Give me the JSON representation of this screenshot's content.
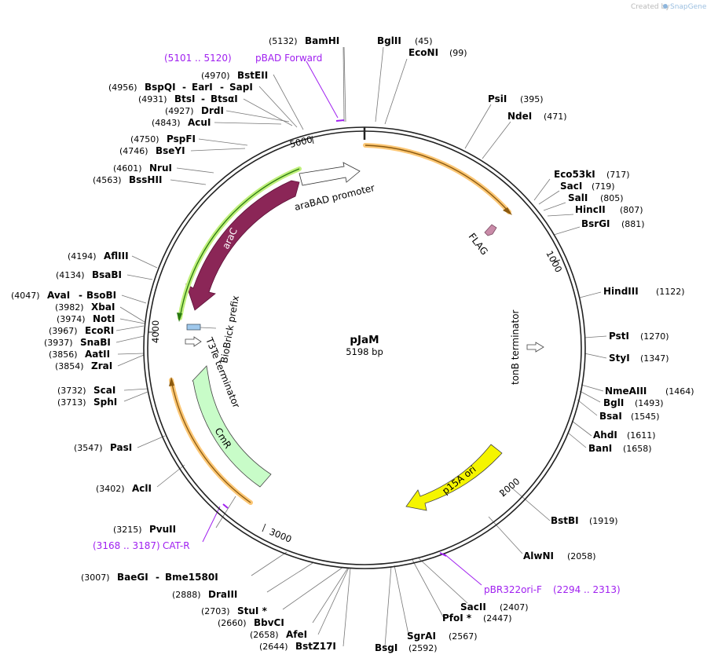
{
  "plasmid": {
    "name": "pJaM",
    "length_text": "5198 bp"
  },
  "credit": {
    "created_by": "Created by",
    "app": "SnapGene"
  },
  "ticks": [
    "1000",
    "2000",
    "3000",
    "4000",
    "5000"
  ],
  "features": {
    "araBAD": "araBAD promoter",
    "araC": "araC",
    "FLAG": "FLAG",
    "tonB": "tonB terminator",
    "p15A": "p15A ori",
    "CmR": "CmR",
    "T3Te": "T3Te terminator",
    "BioBrick": "BioBrick prefix"
  },
  "primers": [
    {
      "pos": "(5101 .. 5120)",
      "name": "pBAD Forward"
    },
    {
      "pos": "(2294 .. 2313)",
      "name": "pBR322ori-F"
    },
    {
      "pos": "(3168 .. 3187)",
      "name": "CAT-R"
    }
  ],
  "sites_right": [
    {
      "name": "BglII",
      "pos": "(45)"
    },
    {
      "name": "EcoNI",
      "pos": "(99)"
    },
    {
      "name": "PsiI",
      "pos": "(395)"
    },
    {
      "name": "NdeI",
      "pos": "(471)"
    },
    {
      "name": "Eco53kI",
      "pos": "(717)"
    },
    {
      "name": "SacI",
      "pos": "(719)"
    },
    {
      "name": "SalI",
      "pos": "(805)"
    },
    {
      "name": "HincII",
      "pos": "(807)"
    },
    {
      "name": "BsrGI",
      "pos": "(881)"
    },
    {
      "name": "HindIII",
      "pos": "(1122)"
    },
    {
      "name": "PstI",
      "pos": "(1270)"
    },
    {
      "name": "StyI",
      "pos": "(1347)"
    },
    {
      "name": "NmeAIII",
      "pos": "(1464)"
    },
    {
      "name": "BglI",
      "pos": "(1493)"
    },
    {
      "name": "BsaI",
      "pos": "(1545)"
    },
    {
      "name": "AhdI",
      "pos": "(1611)"
    },
    {
      "name": "BanI",
      "pos": "(1658)"
    },
    {
      "name": "BstBI",
      "pos": "(1919)"
    },
    {
      "name": "AlwNI",
      "pos": "(2058)"
    },
    {
      "name": "SacII",
      "pos": "(2407)"
    },
    {
      "name": "PfoI *",
      "pos": "(2447)"
    },
    {
      "name": "SgrAI",
      "pos": "(2567)"
    },
    {
      "name": "BsgI",
      "pos": "(2592)"
    }
  ],
  "sites_left": [
    {
      "pos": "(5132)",
      "name": "BamHI"
    },
    {
      "pos": "(4970)",
      "name": "BstEII"
    },
    {
      "pos": "(4956)",
      "name": "BspQI",
      "extra": "EarI",
      "extra2": "SapI"
    },
    {
      "pos": "(4931)",
      "name": "BtsI",
      "extra": "BtsαI"
    },
    {
      "pos": "(4927)",
      "name": "DrdI"
    },
    {
      "pos": "(4843)",
      "name": "AcuI"
    },
    {
      "pos": "(4750)",
      "name": "PspFI"
    },
    {
      "pos": "(4746)",
      "name": "BseYI"
    },
    {
      "pos": "(4601)",
      "name": "NruI"
    },
    {
      "pos": "(4563)",
      "name": "BssHII"
    },
    {
      "pos": "(4194)",
      "name": "AflIII"
    },
    {
      "pos": "(4134)",
      "name": "BsaBI"
    },
    {
      "pos": "(4047)",
      "name": "AvaI",
      "extra": "BsoBI"
    },
    {
      "pos": "(3982)",
      "name": "XbaI"
    },
    {
      "pos": "(3974)",
      "name": "NotI"
    },
    {
      "pos": "(3967)",
      "name": "EcoRI"
    },
    {
      "pos": "(3937)",
      "name": "SnaBI"
    },
    {
      "pos": "(3856)",
      "name": "AatII"
    },
    {
      "pos": "(3854)",
      "name": "ZraI"
    },
    {
      "pos": "(3732)",
      "name": "ScaI"
    },
    {
      "pos": "(3713)",
      "name": "SphI"
    },
    {
      "pos": "(3547)",
      "name": "PasI"
    },
    {
      "pos": "(3402)",
      "name": "AclI"
    },
    {
      "pos": "(3215)",
      "name": "PvuII"
    },
    {
      "pos": "(3007)",
      "name": "BaeGI",
      "extra": "Bme1580I"
    },
    {
      "pos": "(2888)",
      "name": "DraIII"
    },
    {
      "pos": "(2703)",
      "name": "StuI *"
    },
    {
      "pos": "(2660)",
      "name": "BbvCI"
    },
    {
      "pos": "(2658)",
      "name": "AfeI"
    },
    {
      "pos": "(2644)",
      "name": "BstZ17I"
    }
  ],
  "colors": {
    "backbone": "#222222",
    "araC": "#8b2657",
    "araBAD": "#ffffff",
    "p15A": "#f5f500",
    "CmR": "#c8fcc8",
    "FLAG": "#c98ba8",
    "primer": "#a020f0",
    "orange_glow": "#fcc775",
    "green_glow": "#c0f07c"
  }
}
